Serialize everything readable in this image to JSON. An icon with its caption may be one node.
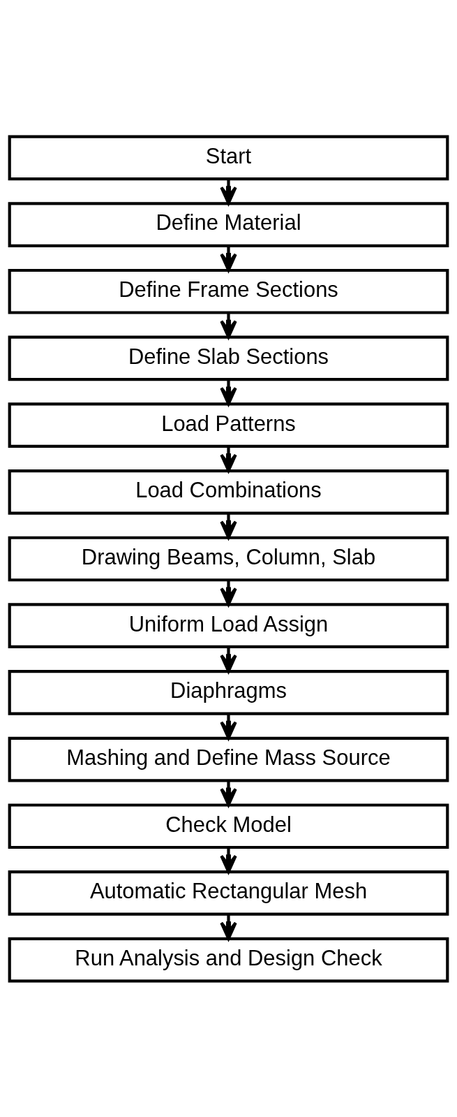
{
  "diagram": {
    "nodes": [
      {
        "text": [
          "Start"
        ]
      },
      {
        "text": [
          "Define Material"
        ]
      },
      {
        "text": [
          "Define Frame Sections"
        ]
      },
      {
        "text": [
          "Define Slab Sections"
        ]
      },
      {
        "text": [
          "Load Patterns"
        ]
      },
      {
        "text": [
          "Load Combinations"
        ]
      },
      {
        "text": [
          "Drawing Beams, Column, Slab"
        ]
      },
      {
        "text": [
          "Uniform Load Assign"
        ]
      },
      {
        "text": [
          "Diaphragms"
        ]
      },
      {
        "text": [
          "Mashing and Define Mass Source"
        ]
      },
      {
        "text": [
          "Check Model"
        ]
      },
      {
        "text": [
          "Automatic Rectangular Mesh"
        ]
      },
      {
        "text": [
          "Run Analysis and Design Check"
        ]
      }
    ],
    "edges": [
      {
        "from": 0,
        "to": 1,
        "arrow": "to"
      },
      {
        "from": 1,
        "to": 2,
        "arrow": "to"
      },
      {
        "from": 2,
        "to": 3,
        "arrow": "to"
      },
      {
        "from": 3,
        "to": 4,
        "arrow": "to"
      },
      {
        "from": 4,
        "to": 5,
        "arrow": "to"
      },
      {
        "from": 5,
        "to": 6,
        "arrow": "to"
      },
      {
        "from": 6,
        "to": 7,
        "arrow": "to"
      },
      {
        "from": 7,
        "to": 8,
        "arrow": "to"
      },
      {
        "from": 8,
        "to": 9,
        "arrow": "to"
      },
      {
        "from": 9,
        "to": 10,
        "arrow": "to"
      },
      {
        "from": 10,
        "to": 11,
        "arrow": "to"
      },
      {
        "from": 11,
        "to": 12,
        "arrow": "to"
      }
    ]
  }
}
